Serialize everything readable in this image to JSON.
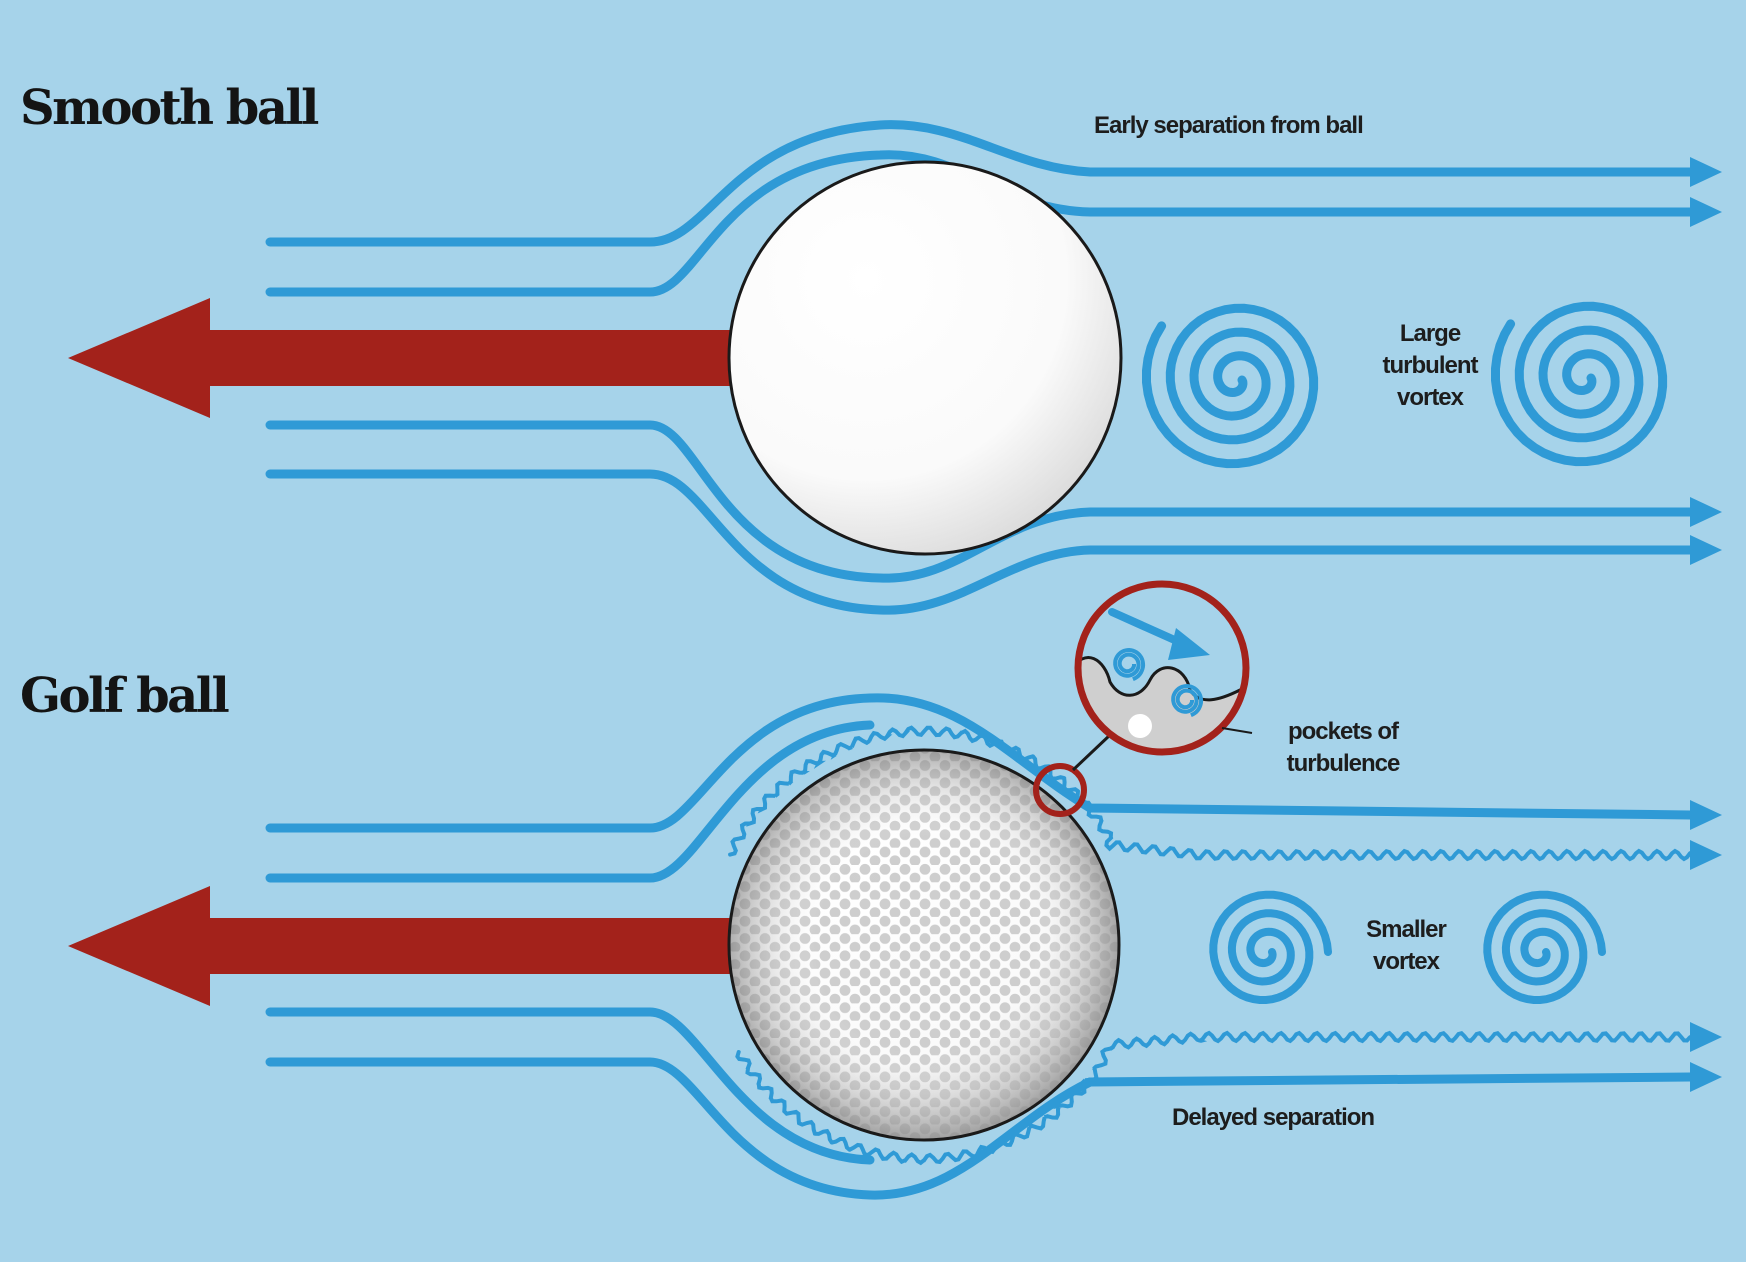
{
  "smooth_section": {
    "title": "Smooth ball",
    "early_separation_label": "Early separation from ball",
    "vortex_label_lines": [
      "Large",
      "turbulent",
      "vortex"
    ]
  },
  "golf_section": {
    "title": "Golf ball",
    "pockets_label_lines": [
      "pockets of",
      "turbulence"
    ],
    "vortex_label_lines": [
      "Smaller",
      "vortex"
    ],
    "delayed_separation_label": "Delayed separation"
  },
  "colors": {
    "background": "#a6d3ea",
    "airflow": "#2f9ad6",
    "direction_arrow": "#a3221b",
    "ball": "#ffffff",
    "outline": "#1a1a1a"
  }
}
